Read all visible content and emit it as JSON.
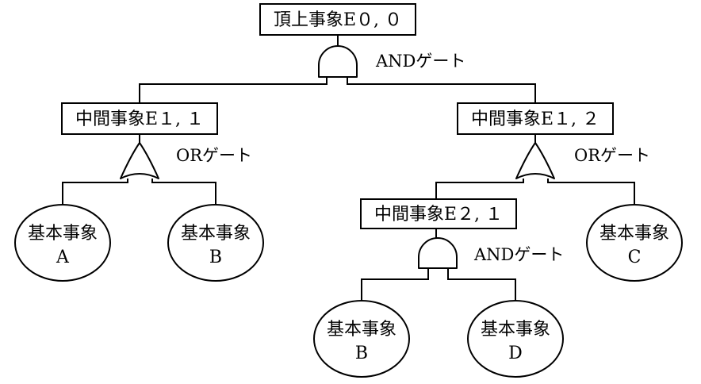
{
  "top_event": {
    "label": "頂上事象E０, ０"
  },
  "gates": {
    "g0": {
      "type": "AND",
      "label": "ANDゲート"
    },
    "g1": {
      "type": "OR",
      "label": "ORゲート"
    },
    "g2": {
      "type": "OR",
      "label": "ORゲート"
    },
    "g3": {
      "type": "AND",
      "label": "ANDゲート"
    }
  },
  "intermediate_events": {
    "e11": {
      "label": "中間事象E１, １"
    },
    "e12": {
      "label": "中間事象E１, ２"
    },
    "e21": {
      "label": "中間事象E２, １"
    }
  },
  "basic_events": {
    "a": {
      "line1": "基本事象",
      "line2": "A"
    },
    "b1": {
      "line1": "基本事象",
      "line2": "B"
    },
    "c": {
      "line1": "基本事象",
      "line2": "C"
    },
    "b2": {
      "line1": "基本事象",
      "line2": "B"
    },
    "d": {
      "line1": "基本事象",
      "line2": "D"
    }
  }
}
